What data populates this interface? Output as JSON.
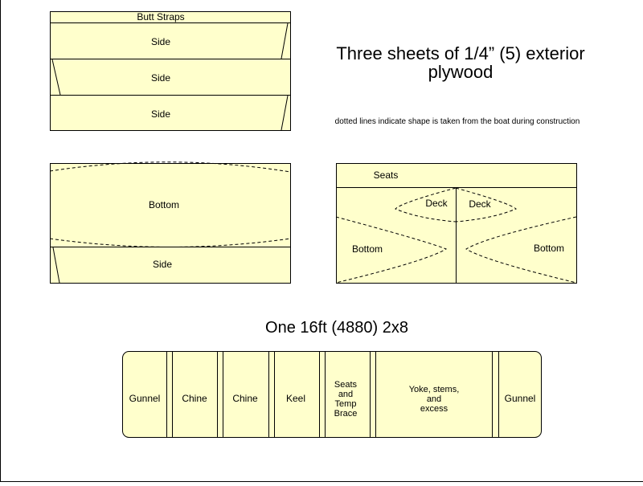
{
  "colors": {
    "panel_fill": "#ffffcc",
    "stroke": "#000000",
    "background": "#ffffff"
  },
  "plywood": {
    "title_line1": "Three sheets of  1/4” (5) exterior",
    "title_line2": "plywood",
    "note": "dotted lines indicate shape is taken from the boat during construction",
    "sheet1": {
      "strip_label": "Butt Straps",
      "parts": [
        "Side",
        "Side",
        "Side"
      ]
    },
    "sheet2": {
      "bottom_label": "Bottom",
      "side_label": "Side"
    },
    "sheet3": {
      "seats_label": "Seats",
      "deck_left": "Deck",
      "deck_right": "Deck",
      "bottom_left": "Bottom",
      "bottom_right": "Bottom"
    }
  },
  "lumber": {
    "title": "One 16ft (4880) 2x8",
    "pieces": [
      {
        "lines": [
          "Gunnel"
        ]
      },
      {
        "lines": [
          "Chine"
        ]
      },
      {
        "lines": [
          "Chine"
        ]
      },
      {
        "lines": [
          "Keel"
        ]
      },
      {
        "lines": [
          "Seats",
          "and",
          "Temp",
          "Brace"
        ]
      },
      {
        "lines": [
          "Yoke, stems,",
          "and",
          "excess"
        ]
      },
      {
        "lines": [
          "Gunnel"
        ]
      }
    ]
  }
}
